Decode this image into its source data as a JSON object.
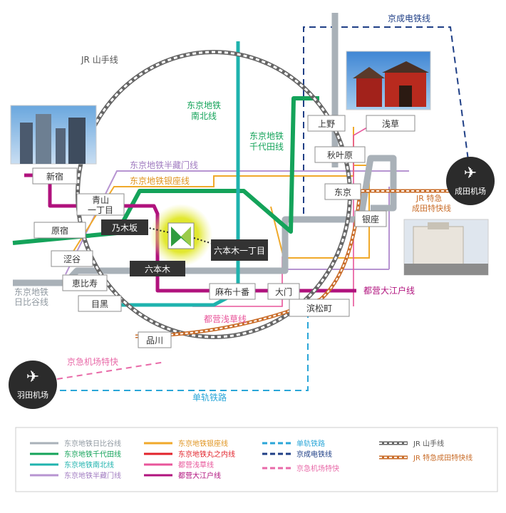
{
  "labels": {
    "keisei": "京成电铁线",
    "jr_yamanote": "JR 山手线",
    "nanboku1": "东京地铁",
    "nanboku2": "南北线",
    "chiyoda1": "东京地铁",
    "chiyoda2": "千代田线",
    "hanzomon": "东京地铁半藏门线",
    "ginza": "东京地铁银座线",
    "hibiya1": "东京地铁",
    "hibiya2": "日比谷线",
    "oedo": "都营大江户线",
    "asakusa": "都营浅草线",
    "keikyu": "京急机场特快",
    "monorail": "单轨铁路",
    "narita_exp1": "JR 特急",
    "narita_exp2": "成田特快线"
  },
  "airports": {
    "narita": "成田机场",
    "haneda": "羽田机场"
  },
  "stations": {
    "shinjuku": "新宿",
    "aoyama1": "青山",
    "aoyama2": "一丁目",
    "harajuku": "原宿",
    "nogizaka": "乃木坂",
    "shibuya": "涩谷",
    "roppongi": "六本木",
    "roppongi1": "六本木一丁目",
    "ebisu": "恵比寿",
    "meguro": "目黑",
    "azabu": "麻布十番",
    "daimon": "大门",
    "hamamatsucho": "滨松町",
    "shinagawa": "品川",
    "ueno": "上野",
    "asakusa_st": "浅草",
    "akihabara": "秋叶原",
    "tokyo": "东京",
    "ginza_st": "银座"
  },
  "legend": {
    "hibiya": "东京地铁日比谷线",
    "chiyoda": "东京地铁千代田线",
    "nanboku": "东京地铁南北线",
    "hanzomon": "东京地铁半藏门线",
    "ginza": "东京地铁银座线",
    "marunouchi": "东京地铁丸之内线",
    "asakusa": "都营浅草线",
    "oedo": "都营大江户线",
    "monorail": "单轨铁路",
    "keisei": "京成电铁线",
    "keikyu": "京急机场特快",
    "yamanote": "JR 山手线",
    "narita_exp": "JR 特急成田特快线"
  },
  "colors": {
    "hibiya": "#a9b1b8",
    "chiyoda": "#14a35a",
    "nanboku": "#1fb3ae",
    "hanzomon": "#b794d1",
    "ginza": "#f0a92a",
    "marunouchi": "#e2232b",
    "asakusa": "#e8559a",
    "oedo": "#b0127d",
    "monorail": "#2aa6d8",
    "keisei": "#1f3f86",
    "keikyu": "#e86aa8",
    "yamanote": "#888888",
    "narita_exp": "#c96d2a"
  }
}
